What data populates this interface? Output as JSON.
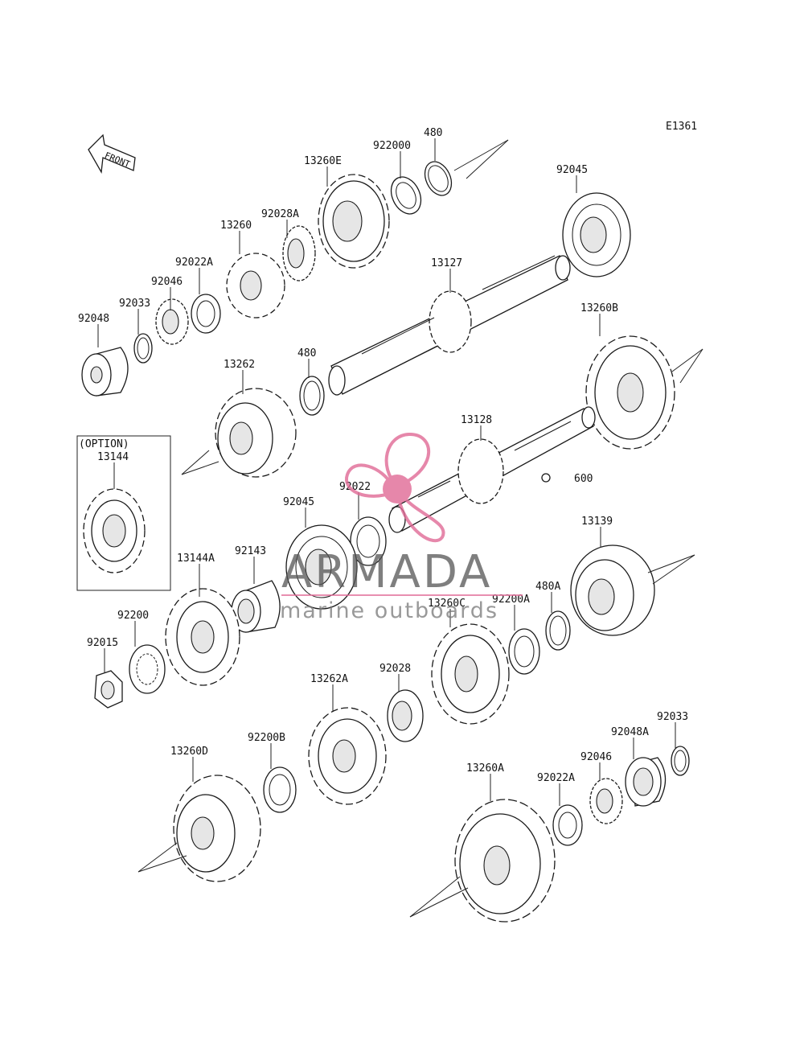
{
  "diagram_code": "E1361",
  "front_marker": "FRONT",
  "option_box": {
    "header": "(OPTION)",
    "part": "13144"
  },
  "watermark": {
    "brand": "ARMADA",
    "tagline": "marine outboards",
    "accent_color": "#e06a96"
  },
  "labels": [
    "480",
    "922000",
    "13260E",
    "92045",
    "92028A",
    "13260",
    "92022A",
    "13127",
    "92046",
    "92033",
    "92048",
    "13260B",
    "480",
    "13262",
    "13128",
    "600",
    "92022",
    "92045",
    "13144A",
    "92143",
    "13139",
    "480A",
    "13260C",
    "92200A",
    "92200",
    "92015",
    "92028",
    "13262A",
    "92033",
    "92048A",
    "13260D",
    "92200B",
    "92046",
    "13260A",
    "92022A"
  ]
}
